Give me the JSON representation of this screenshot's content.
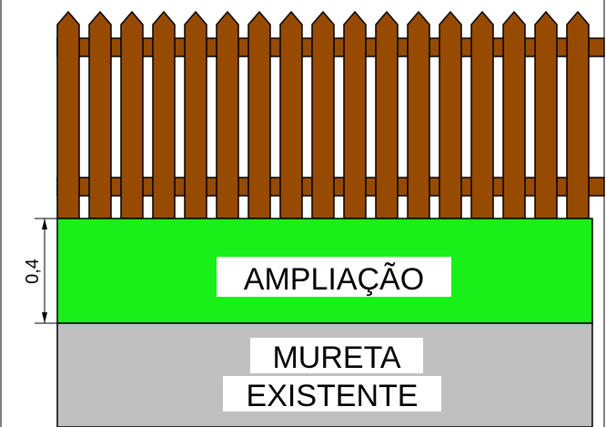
{
  "fence": {
    "picket_count": 17
  },
  "dimension": {
    "label": "0,4"
  },
  "amplification": {
    "label": "AMPLIAÇÃO"
  },
  "existing_wall": {
    "line1": "MURETA",
    "line2": "EXISTENTE"
  },
  "colors": {
    "wood": "#964b00",
    "amplification": "#19f019",
    "existing_wall": "#c0c0c0",
    "outline": "#000000",
    "label_background": "#ffffff"
  }
}
